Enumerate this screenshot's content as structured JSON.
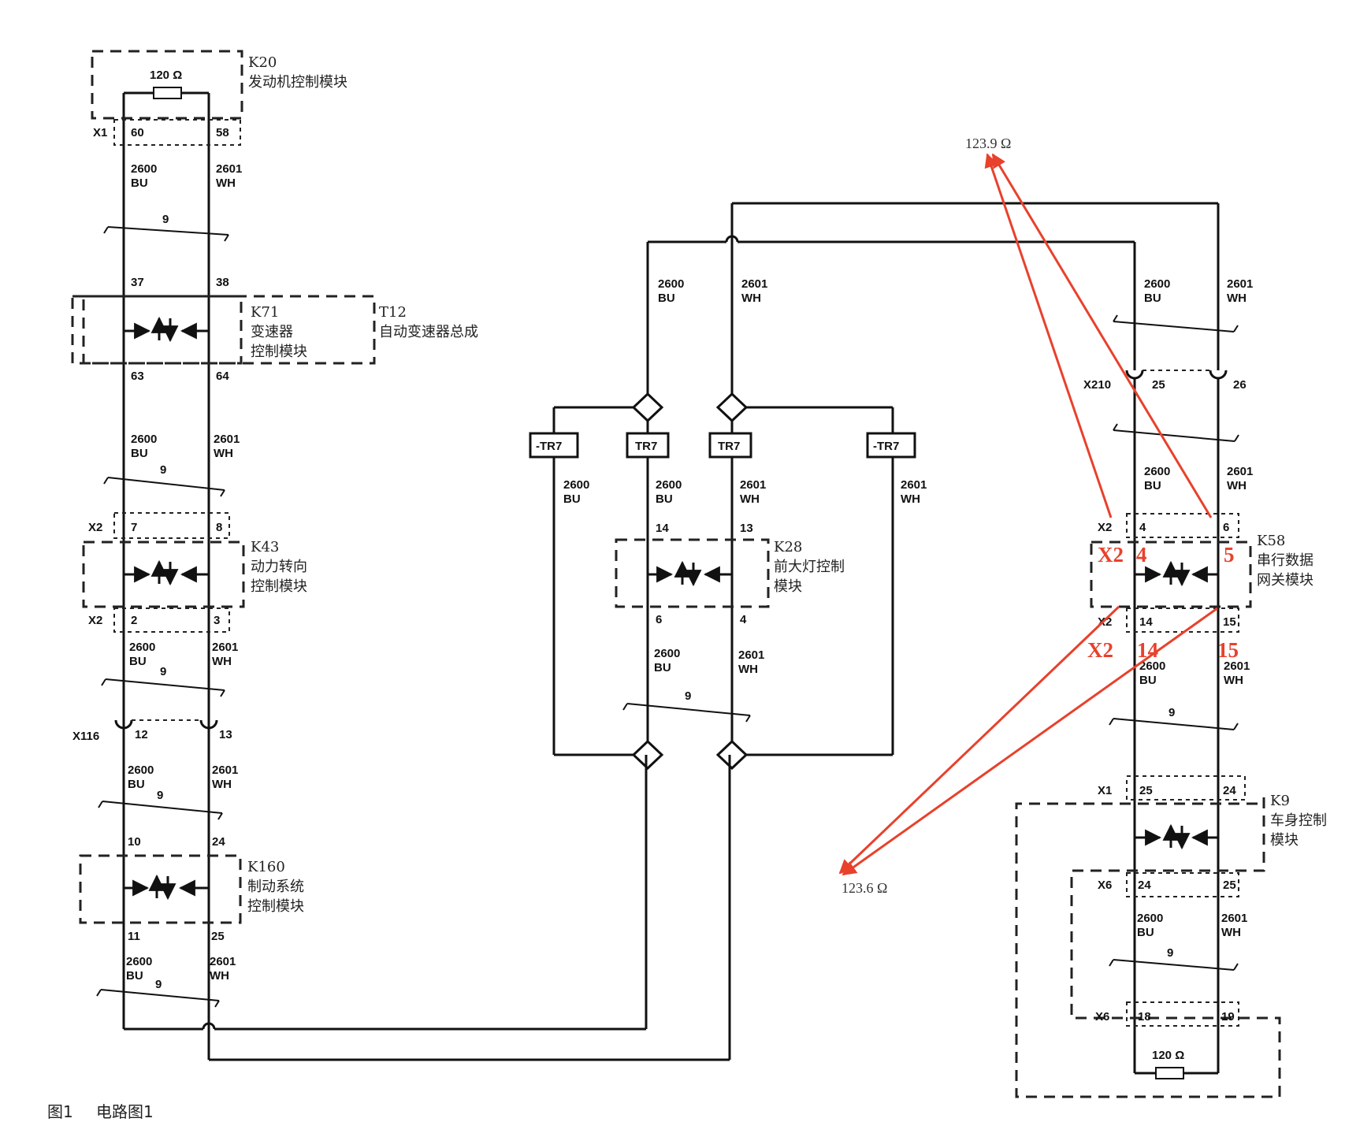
{
  "modules": {
    "k20": {
      "id": "K20",
      "name": "发动机控制模块",
      "connector": "X1",
      "pin_a": "60",
      "pin_b": "58",
      "resistor": "120 Ω"
    },
    "k71": {
      "id": "K71",
      "name_l1": "变速器",
      "name_l2": "控制模块",
      "pin_top_a": "37",
      "pin_top_b": "38",
      "pin_bot_a": "63",
      "pin_bot_b": "64"
    },
    "t12": {
      "id": "T12",
      "name": "自动变速器总成"
    },
    "k43": {
      "id": "K43",
      "name_l1": "动力转向",
      "name_l2": "控制模块",
      "connector_top": "X2",
      "pin_top_a": "7",
      "pin_top_b": "8",
      "connector_bot": "X2",
      "pin_bot_a": "2",
      "pin_bot_b": "3"
    },
    "x116": {
      "id": "X116",
      "pin_a": "12",
      "pin_b": "13"
    },
    "k160": {
      "id": "K160",
      "name_l1": "制动系统",
      "name_l2": "控制模块",
      "pin_top_a": "10",
      "pin_top_b": "24",
      "pin_bot_a": "11",
      "pin_bot_b": "25"
    },
    "k28": {
      "id": "K28",
      "name_l1": "前大灯控制",
      "name_l2": "模块",
      "pin_top_a": "14",
      "pin_top_b": "13",
      "pin_bot_a": "6",
      "pin_bot_b": "4"
    },
    "x210": {
      "id": "X210",
      "pin_a": "25",
      "pin_b": "26"
    },
    "k58": {
      "id": "K58",
      "name_l1": "串行数据",
      "name_l2": "网关模块",
      "connector_top": "X2",
      "pin_top_a": "4",
      "pin_top_b": "6",
      "connector_bot": "X2",
      "pin_bot_a": "14",
      "pin_bot_b": "15"
    },
    "k9": {
      "id": "K9",
      "name_l1": "车身控制",
      "name_l2": "模块",
      "connector_x1": "X1",
      "pin_x1_a": "25",
      "pin_x1_b": "24",
      "connector_x6a": "X6",
      "pin_x6a_a": "24",
      "pin_x6a_b": "25",
      "connector_x6b": "X6",
      "pin_x6b_a": "18",
      "pin_x6b_b": "19",
      "resistor": "120 Ω"
    }
  },
  "wires": {
    "bu_circuit": "2600",
    "bu_color": "BU",
    "wh_circuit": "2601",
    "wh_color": "WH",
    "twist": "9"
  },
  "splices": {
    "neg": "-TR7",
    "pos": "TR7"
  },
  "annotations": {
    "meas_top": "123.9 Ω",
    "meas_bottom": "123.6 Ω",
    "red_x2_top": "X2",
    "red_pin4": "4",
    "red_pin5": "5",
    "red_x2_bot": "X2",
    "red_pin14": "14",
    "red_pin15": "15",
    "accent_color": "#e8412c"
  },
  "caption": {
    "fig": "图1",
    "title": "电路图1"
  }
}
